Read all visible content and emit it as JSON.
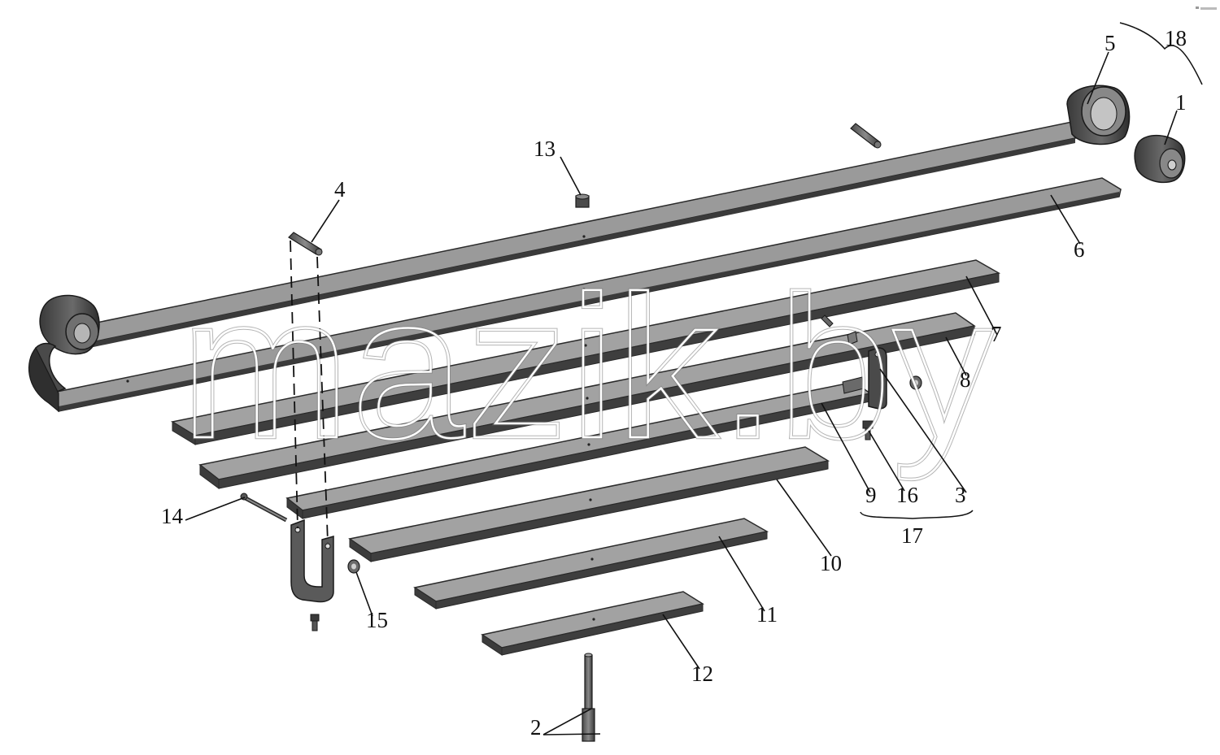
{
  "diagram": {
    "watermark": "mazik.by",
    "parts": [
      {
        "id": "1",
        "label": "1"
      },
      {
        "id": "2",
        "label": "2"
      },
      {
        "id": "3",
        "label": "3"
      },
      {
        "id": "4",
        "label": "4"
      },
      {
        "id": "5",
        "label": "5"
      },
      {
        "id": "6",
        "label": "6"
      },
      {
        "id": "7",
        "label": "7"
      },
      {
        "id": "8",
        "label": "8"
      },
      {
        "id": "9",
        "label": "9"
      },
      {
        "id": "10",
        "label": "10"
      },
      {
        "id": "11",
        "label": "11"
      },
      {
        "id": "12",
        "label": "12"
      },
      {
        "id": "13",
        "label": "13"
      },
      {
        "id": "14",
        "label": "14"
      },
      {
        "id": "15",
        "label": "15"
      },
      {
        "id": "16",
        "label": "16"
      },
      {
        "id": "17",
        "label": "17"
      },
      {
        "id": "18",
        "label": "18"
      }
    ]
  }
}
